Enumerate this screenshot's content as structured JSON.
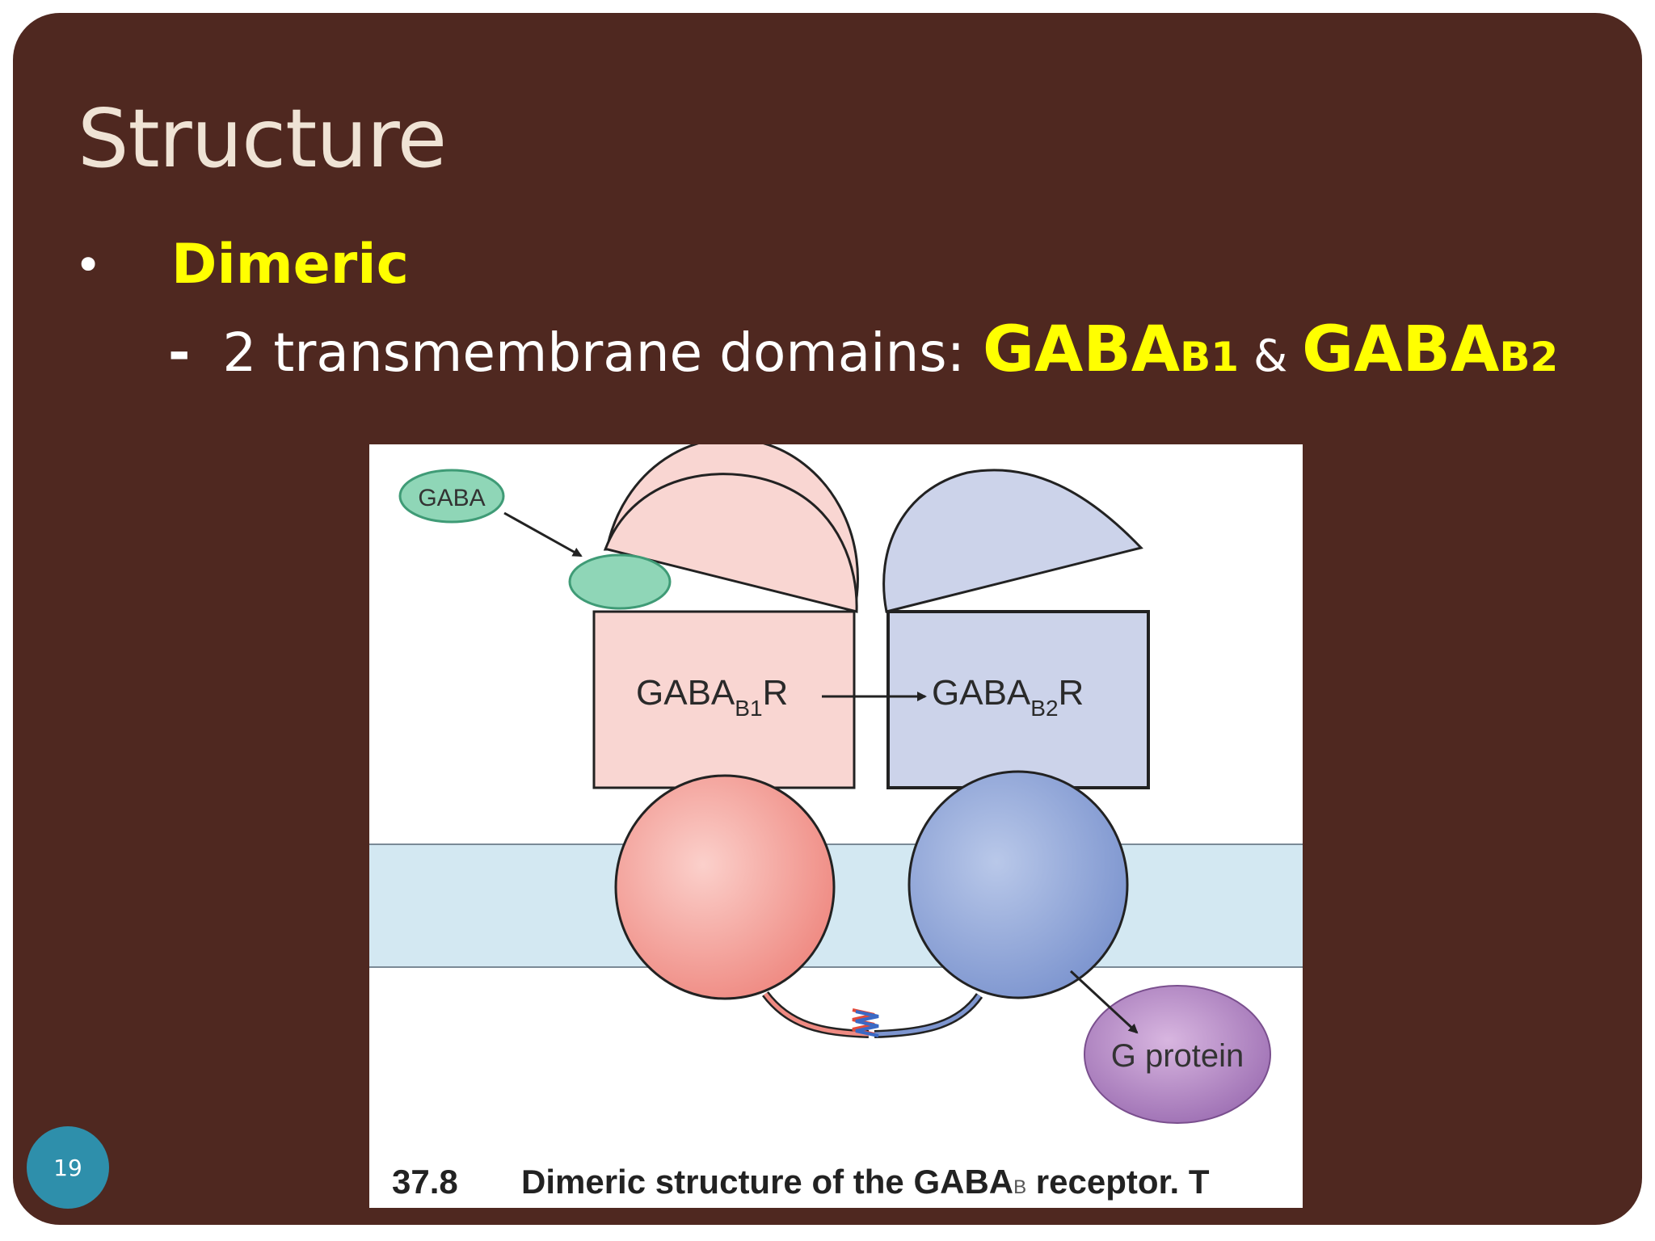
{
  "slide": {
    "title": "Structure",
    "bullet": {
      "symbol": "•",
      "text": "Dimeric"
    },
    "sub": {
      "dash": "-",
      "text": "2 transmembrane domains:",
      "gaba1_main": "GABA",
      "gaba1_sub": "B1",
      "amp": "&",
      "gaba2_main": "GABA",
      "gaba2_sub": "B2"
    },
    "page_number": "19"
  },
  "figure": {
    "gaba_label": "GABA",
    "r1_main": "GABA",
    "r1_sub": "B1",
    "r1_tail": "R",
    "r2_main": "GABA",
    "r2_sub": "B2",
    "r2_tail": "R",
    "g_protein": "G protein",
    "caption_num": "37.8",
    "caption_text": "Dimeric structure of the GABA",
    "caption_sub": "B",
    "caption_tail": " receptor. T"
  },
  "colors": {
    "background": "#4f2820",
    "title": "#efe3d5",
    "highlight": "#ffff00",
    "badge": "#2e8fab",
    "b1_fill": "#f9d6d2",
    "b2_fill": "#ccd3ea",
    "membrane": "#d3e8f2",
    "gaba": "#8fd6b7",
    "g_protein": "#b88fc8"
  }
}
